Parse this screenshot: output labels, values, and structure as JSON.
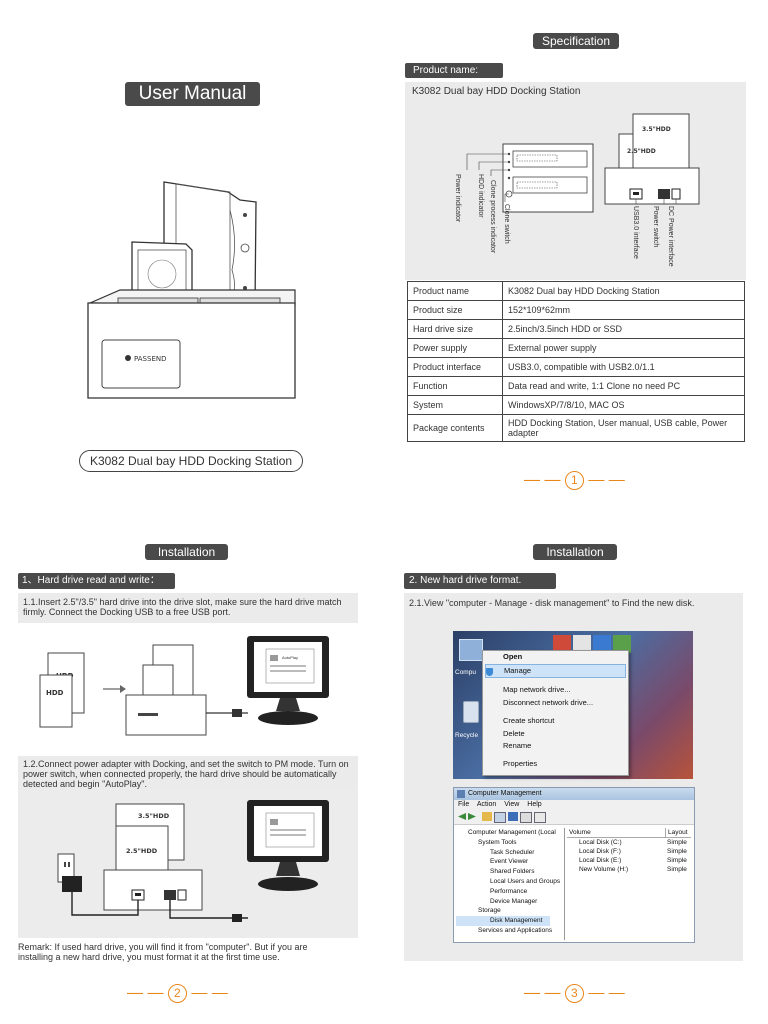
{
  "cover": {
    "title": "User Manual",
    "product_caption": "K3082 Dual bay HDD Docking Station",
    "brand_mark": "PASSEND"
  },
  "spec": {
    "section_label": "Specification",
    "product_name_label": "Product name:",
    "product_name_value": "K3082 Dual bay HDD Docking Station",
    "diagram": {
      "front_labels": [
        "Power indicator",
        "HDD indicator",
        "Clone process indicator",
        "Clone switch"
      ],
      "back_labels": [
        "USB3.0 interface",
        "Power switch",
        "DC Power interface"
      ],
      "hdd_tag": "3.5\"HDD",
      "hdd_tag_small": "2.5\"HDD"
    },
    "table": [
      {
        "key": "Product name",
        "value": "K3082 Dual bay HDD Docking Station"
      },
      {
        "key": "Product size",
        "value": "152*109*62mm"
      },
      {
        "key": "Hard drive size",
        "value": "2.5inch/3.5inch HDD or SSD"
      },
      {
        "key": "Power supply",
        "value": "External power supply"
      },
      {
        "key": "Product interface",
        "value": "USB3.0, compatible with USB2.0/1.1"
      },
      {
        "key": "Function",
        "value": "Data read and write, 1:1 Clone no need PC"
      },
      {
        "key": "System",
        "value": "WindowsXP/7/8/10, MAC OS"
      },
      {
        "key": "Package contents",
        "value": "HDD Docking Station, User manual, USB cable, Power adapter"
      }
    ],
    "page_number": "1"
  },
  "install1": {
    "section_label": "Installation",
    "heading": "1、Hard drive read and write：",
    "step1": "1.1.Insert 2.5\"/3.5\" hard drive into the drive slot, make sure the hard drive match firmly. Connect the Docking USB to a free USB port.",
    "step2": "1.2.Connect power adapter with Docking, and set the switch to PM mode. Turn on power switch, when connected properly, the hard drive should be automatically detected and begin \"AutoPlay\".",
    "remark": "Remark: If used hard drive, you will find it from \"computer\". But if you are installing a new hard drive, you must format it at the first time use.",
    "monitor_text": "AutoPlay",
    "hdd_tag": "3.5\"HDD",
    "hdd_tag_small": "2.5\"HDD",
    "page_number": "2"
  },
  "install2": {
    "section_label": "Installation",
    "heading": "2. New hard drive format.",
    "step": "2.1.View  \"computer - Manage - disk management\"  to Find the new disk.",
    "desktop_icons": [
      "Compu",
      "Recycle"
    ],
    "context_menu": [
      {
        "label": "Open",
        "bold": true
      },
      {
        "label": "Manage",
        "selected": true
      },
      {
        "label": "Map network drive..."
      },
      {
        "label": "Disconnect network drive..."
      },
      {
        "label": "Create shortcut"
      },
      {
        "label": "Delete"
      },
      {
        "label": "Rename"
      },
      {
        "label": "Properties"
      }
    ],
    "cm_window": {
      "title": "Computer Management",
      "menu": [
        "File",
        "Action",
        "View",
        "Help"
      ],
      "tree": [
        "Computer Management (Local",
        "System Tools",
        "Task Scheduler",
        "Event Viewer",
        "Shared Folders",
        "Local Users and Groups",
        "Performance",
        "Device Manager",
        "Storage",
        "Disk Management",
        "Services and Applications"
      ],
      "columns": [
        "Volume",
        "Layout"
      ],
      "volumes": [
        {
          "name": "Local Disk (C:)",
          "layout": "Simple"
        },
        {
          "name": "Local Disk (F:)",
          "layout": "Simple"
        },
        {
          "name": "Local Disk (E:)",
          "layout": "Simple"
        },
        {
          "name": "New Volume (H:)",
          "layout": "Simple"
        }
      ]
    },
    "page_number": "3"
  },
  "colors": {
    "pill": "#4a4a4a",
    "panel": "#ebebeb",
    "accent": "#e8861a",
    "desktop": "#3a5a8a"
  }
}
